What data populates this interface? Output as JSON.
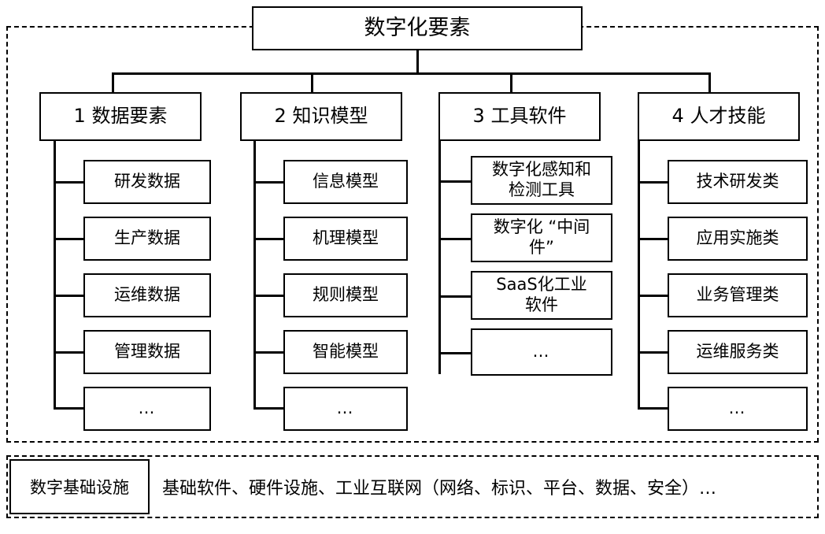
{
  "diagram": {
    "root": {
      "label": "数字化要素"
    },
    "columns": [
      {
        "header": "1 数据要素",
        "items": [
          {
            "label": "研发数据"
          },
          {
            "label": "生产数据"
          },
          {
            "label": "运维数据"
          },
          {
            "label": "管理数据"
          },
          {
            "label": "…"
          }
        ]
      },
      {
        "header": "2 知识模型",
        "items": [
          {
            "label": "信息模型"
          },
          {
            "label": "机理模型"
          },
          {
            "label": "规则模型"
          },
          {
            "label": "智能模型"
          },
          {
            "label": "…"
          }
        ]
      },
      {
        "header": "3 工具软件",
        "items": [
          {
            "label": "数字化感知和\n检测工具"
          },
          {
            "label": "数字化 “中间\n件”"
          },
          {
            "label": "SaaS化工业\n软件"
          },
          {
            "label": "…"
          }
        ]
      },
      {
        "header": "4 人才技能",
        "items": [
          {
            "label": "技术研发类"
          },
          {
            "label": "应用实施类"
          },
          {
            "label": "业务管理类"
          },
          {
            "label": "运维服务类"
          },
          {
            "label": "…"
          }
        ]
      }
    ],
    "foundation": {
      "label": "数字基础设施",
      "description": "基础软件、硬件设施、工业互联网（网络、标识、平台、数据、安全）…"
    },
    "colors": {
      "stroke": "#000000",
      "background": "#ffffff",
      "text": "#000000"
    }
  }
}
